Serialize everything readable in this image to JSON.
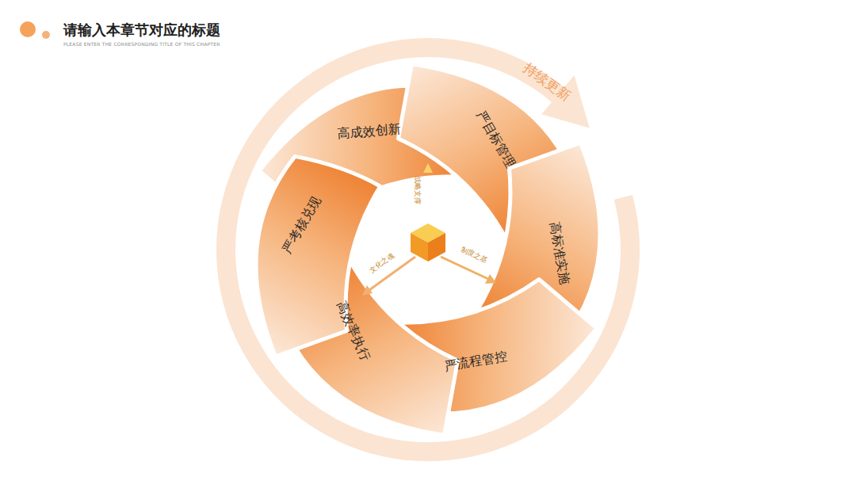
{
  "diagram": {
    "title": "请输入本章节对应的标题",
    "nodes": [
      {
        "text": [
          "高成效创新"
        ]
      },
      {
        "text": [
          "严目标管理"
        ]
      },
      {
        "text": [
          "高标准实施"
        ]
      },
      {
        "text": [
          "严流程管控"
        ]
      },
      {
        "text": [
          "高效率执行"
        ]
      },
      {
        "text": [
          "严考核兑现"
        ]
      }
    ],
    "labels": [
      "PLEASE ENTER THE CORRESPONDING TITLE OF THIS CHAPTER",
      "持续更新",
      "战略支撑",
      "文化之魂",
      "制度之基"
    ]
  }
}
